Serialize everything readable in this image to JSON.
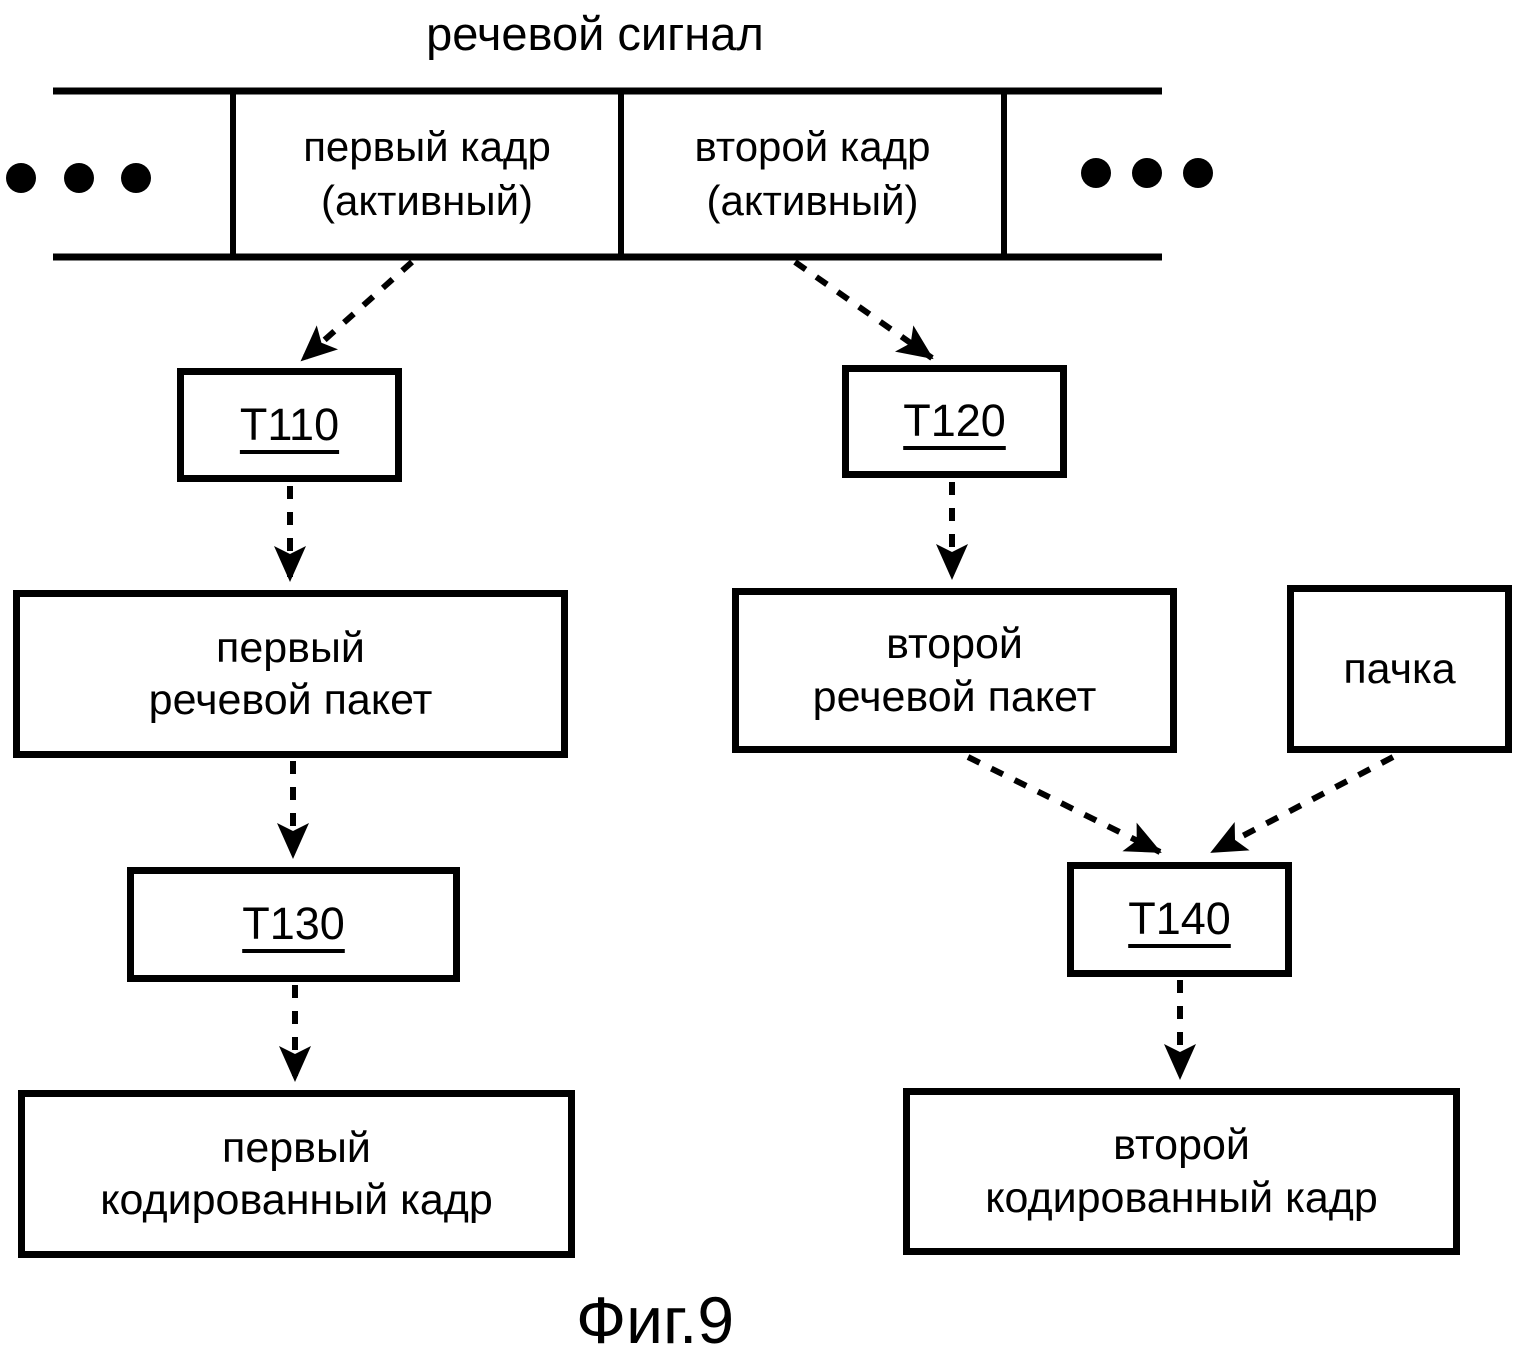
{
  "diagram": {
    "title": "речевой сигнал",
    "caption": "Фиг.9",
    "band": {
      "frame1": {
        "line1": "первый кадр",
        "line2": "(активный)"
      },
      "frame2": {
        "line1": "второй кадр",
        "line2": "(активный)"
      }
    },
    "nodes": {
      "t110": "T110",
      "t120": "T120",
      "t130": "T130",
      "t140": "T140",
      "first_speech_packet": {
        "line1": "первый",
        "line2": "речевой пакет"
      },
      "second_speech_packet": {
        "line1": "второй",
        "line2": "речевой пакет"
      },
      "burst": "пачка",
      "first_coded_frame": {
        "line1": "первый",
        "line2": "кодированный кадр"
      },
      "second_coded_frame": {
        "line1": "второй",
        "line2": "кодированный кадр"
      }
    },
    "colors": {
      "ink": "#000000",
      "background": "#ffffff"
    }
  }
}
